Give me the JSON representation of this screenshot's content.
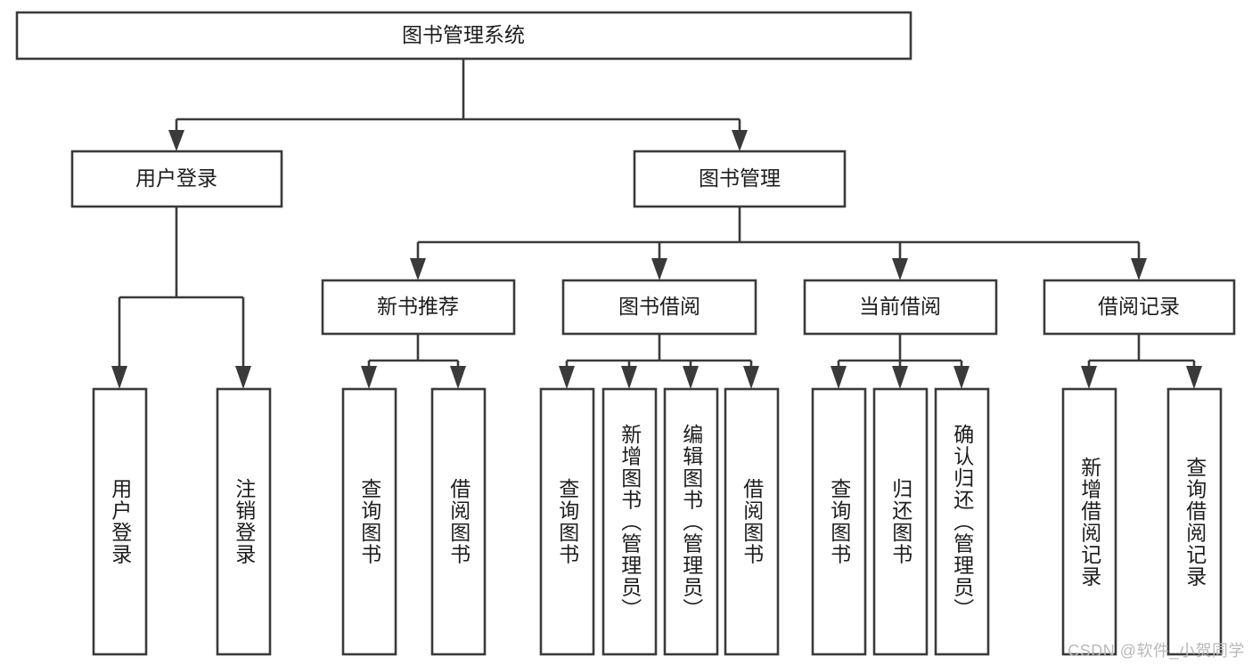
{
  "diagram": {
    "title": "图书管理系统",
    "type": "tree",
    "watermark": "CSDN @软件_小贺同学",
    "colors": {
      "box_stroke": "#3a3a3a",
      "box_fill": "#ffffff",
      "text": "#1d1d1d",
      "background": "#ffffff",
      "watermark": "#b9b9b9"
    },
    "levels": {
      "root": [
        "图书管理系统"
      ],
      "level2": [
        "用户登录",
        "图书管理"
      ],
      "level3": [
        "新书推荐",
        "图书借阅",
        "当前借阅",
        "借阅记录"
      ],
      "level4": [
        "用户登录",
        "注销登录",
        "查询图书",
        "借阅图书",
        "查询图书",
        "新增图书（管理员）",
        "编辑图书（管理员）",
        "借阅图书",
        "查询图书",
        "归还图书",
        "确认归还（管理员）",
        "新增借阅记录",
        "查询借阅记录"
      ]
    },
    "nodes": {
      "root": {
        "label": "图书管理系统"
      },
      "user_login": {
        "label": "用户登录"
      },
      "book_mgmt": {
        "label": "图书管理"
      },
      "new_book_rec": {
        "label": "新书推荐"
      },
      "book_borrow": {
        "label": "图书借阅"
      },
      "current_borrow": {
        "label": "当前借阅"
      },
      "borrow_record": {
        "label": "借阅记录"
      },
      "leaf_user_login": {
        "label": "用户登录"
      },
      "leaf_logout": {
        "label": "注销登录"
      },
      "leaf_query_book_1": {
        "label": "查询图书"
      },
      "leaf_borrow_book_1": {
        "label": "借阅图书"
      },
      "leaf_query_book_2": {
        "label": "查询图书"
      },
      "leaf_add_book": {
        "label": "新增图书（管理员）"
      },
      "leaf_edit_book": {
        "label": "编辑图书（管理员）"
      },
      "leaf_borrow_book_2": {
        "label": "借阅图书"
      },
      "leaf_query_book_3": {
        "label": "查询图书"
      },
      "leaf_return_book": {
        "label": "归还图书"
      },
      "leaf_confirm_return": {
        "label": "确认归还（管理员）"
      },
      "leaf_add_record": {
        "label": "新增借阅记录"
      },
      "leaf_query_record": {
        "label": "查询借阅记录"
      }
    },
    "edges": [
      {
        "from": "root",
        "to": "user_login"
      },
      {
        "from": "root",
        "to": "book_mgmt"
      },
      {
        "from": "user_login",
        "to": "leaf_user_login"
      },
      {
        "from": "user_login",
        "to": "leaf_logout"
      },
      {
        "from": "book_mgmt",
        "to": "new_book_rec"
      },
      {
        "from": "book_mgmt",
        "to": "book_borrow"
      },
      {
        "from": "book_mgmt",
        "to": "current_borrow"
      },
      {
        "from": "book_mgmt",
        "to": "borrow_record"
      },
      {
        "from": "new_book_rec",
        "to": "leaf_query_book_1"
      },
      {
        "from": "new_book_rec",
        "to": "leaf_borrow_book_1"
      },
      {
        "from": "book_borrow",
        "to": "leaf_query_book_2"
      },
      {
        "from": "book_borrow",
        "to": "leaf_add_book"
      },
      {
        "from": "book_borrow",
        "to": "leaf_edit_book"
      },
      {
        "from": "book_borrow",
        "to": "leaf_borrow_book_2"
      },
      {
        "from": "current_borrow",
        "to": "leaf_query_book_3"
      },
      {
        "from": "current_borrow",
        "to": "leaf_return_book"
      },
      {
        "from": "current_borrow",
        "to": "leaf_confirm_return"
      },
      {
        "from": "borrow_record",
        "to": "leaf_add_record"
      },
      {
        "from": "borrow_record",
        "to": "leaf_query_record"
      }
    ]
  }
}
